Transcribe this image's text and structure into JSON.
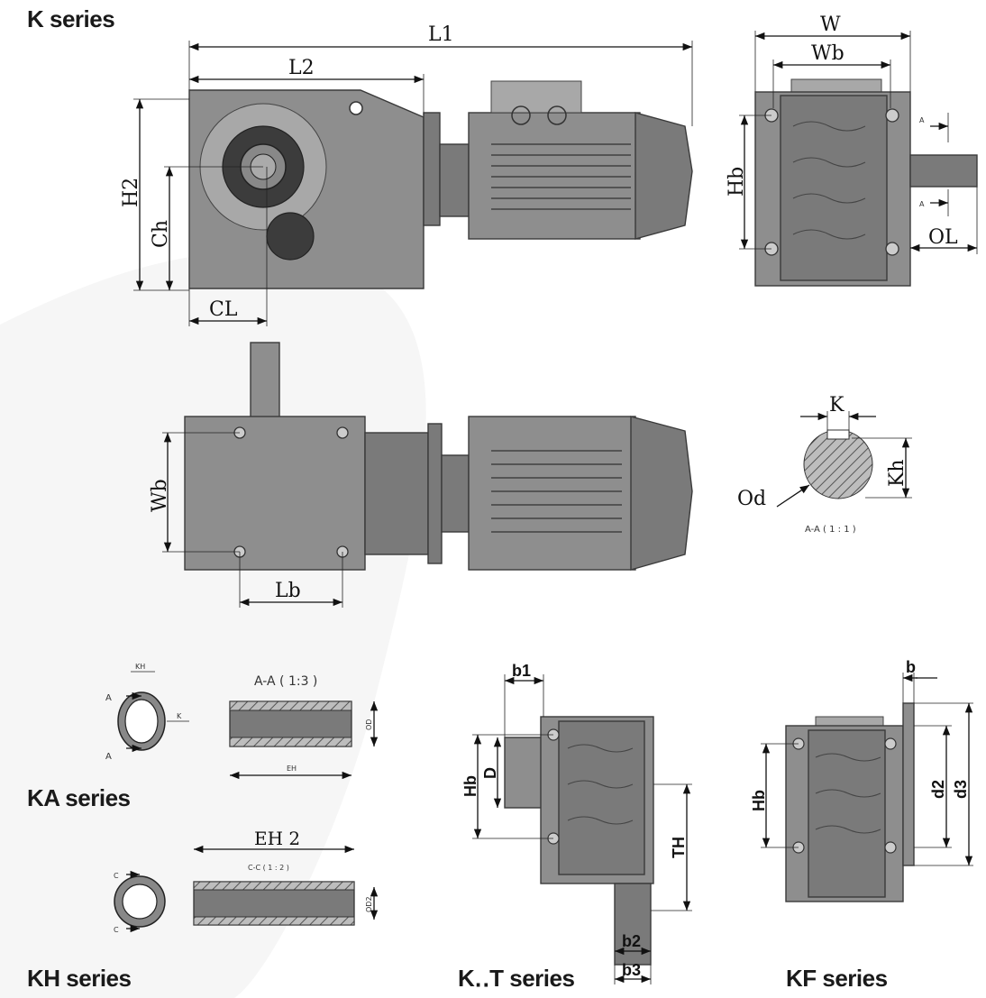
{
  "titles": {
    "k_series": "K series",
    "ka_series": "KA series",
    "kh_series": "KH series",
    "kt_series": "K‥T series",
    "kf_series": "KF series"
  },
  "dimensions": {
    "L1": "L1",
    "L2": "L2",
    "H2": "H2",
    "Ch": "Ch",
    "CL": "CL",
    "W": "W",
    "Wb": "Wb",
    "Hb": "Hb",
    "OL": "OL",
    "A": "A",
    "Lb": "Lb",
    "K": "K",
    "Kh": "Kh",
    "Od": "Od",
    "section_aa_11": "A-A ( 1 : 1 )",
    "section_aa_13": "A-A ( 1:3 )",
    "KH": "KH",
    "OD": "OD",
    "EH": "EH",
    "EH2": "EH 2",
    "section_cc_12": "C-C ( 1 : 2 )",
    "C": "C",
    "OD2": "OD2",
    "b1": "b1",
    "D": "D",
    "TH": "TH",
    "b2": "b2",
    "b3": "b3",
    "b": "b",
    "d2": "d2",
    "d3": "d3"
  },
  "colors": {
    "housing": "#8e8e8e",
    "dark": "#3c3c3c",
    "background_shape": "#f4f4f4"
  }
}
